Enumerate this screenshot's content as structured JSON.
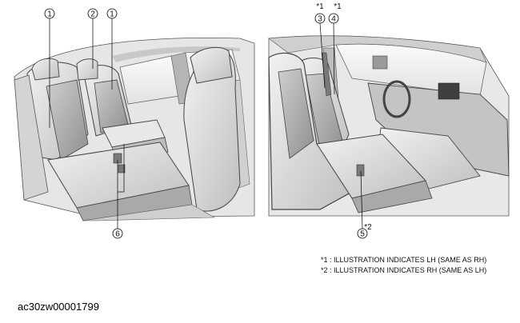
{
  "callouts": {
    "left": {
      "c1a": "1",
      "c2": "2",
      "c1b": "1",
      "c6": "6"
    },
    "right": {
      "c3": "3",
      "c3_mark": "*1",
      "c4": "4",
      "c4_mark": "*1",
      "c5": "5",
      "c5_mark": "*2"
    }
  },
  "notes": [
    "*1 : ILLUSTRATION INDICATES LH (SAME AS RH)",
    "*2 : ILLUSTRATION INDICATES RH (SAME AS LH)"
  ],
  "image_id": "ac30zw00001799",
  "colors": {
    "line": "#3a3a3a",
    "fill_dark": "#bdbdbd",
    "fill_mid": "#d9d9d9",
    "fill_light": "#ececec"
  }
}
